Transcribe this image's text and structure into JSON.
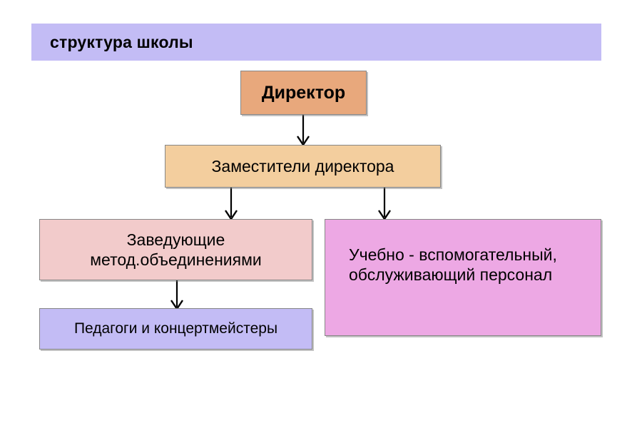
{
  "header": {
    "title": "структура школы",
    "background_color": "#c3bcf5"
  },
  "diagram": {
    "type": "organizational-hierarchy",
    "nodes": {
      "director": {
        "label": "Директор",
        "fill_color": "#e8a87c",
        "border_color": "#878787",
        "level": 1
      },
      "deputies": {
        "label": "Заместители директора",
        "fill_color": "#f3ce9e",
        "border_color": "#878787",
        "level": 2
      },
      "heads": {
        "label": "Заведующие\nметод.объединениями",
        "fill_color": "#f2cbcb",
        "border_color": "#878787",
        "level": 3
      },
      "support": {
        "label": "Учебно - вспомогательный,\nобслуживающий персонал",
        "fill_color": "#eda8e4",
        "border_color": "#878787",
        "level": 3
      },
      "teachers": {
        "label": "Педагоги и концертмейстеры",
        "fill_color": "#c3bcf5",
        "border_color": "#878787",
        "level": 4
      }
    },
    "edges": [
      {
        "from": "director",
        "to": "deputies",
        "style": "arrow-down"
      },
      {
        "from": "deputies",
        "to": "heads",
        "style": "arrow-down"
      },
      {
        "from": "deputies",
        "to": "support",
        "style": "arrow-down"
      },
      {
        "from": "heads",
        "to": "teachers",
        "style": "arrow-down"
      }
    ],
    "edge_color": "#000000"
  }
}
